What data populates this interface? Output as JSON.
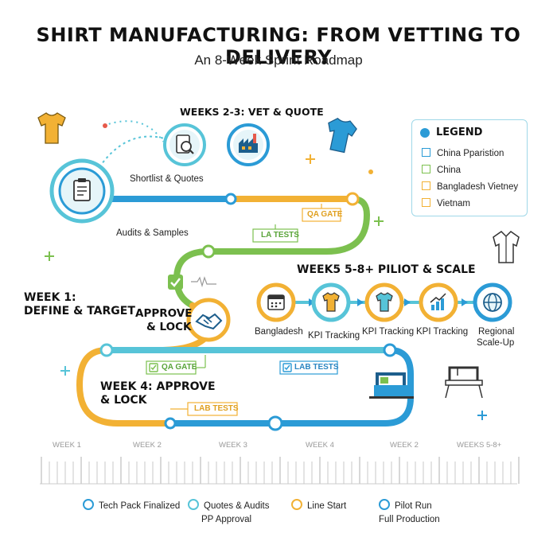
{
  "header": {
    "title": "SHIRT MANUFACTURING: FROM VETTING TO DELIVERY",
    "subtitle": "An 8-Week Sprint Roadmap"
  },
  "phases": {
    "vet": "WEEKS 2-3: VET & QUOTE",
    "define_1": "WEEK 1:",
    "define_2": "DEFINE & TARGET",
    "approve_1": "APPROVE",
    "approve_2": "& LOCK",
    "week4_1": "WEEK 4: APPROVE",
    "week4_2": "& LOCK",
    "pilot": "WEEK5 5-8+ PILIOT & SCALE"
  },
  "labels": {
    "shortlist": "Shortlist & Quotes",
    "audits": "Audits & Samples",
    "pilot_nodes": [
      "Bangladesh",
      "KPI Tracking",
      "KPI Tracking",
      "KPI Tracking",
      "Regional",
      "Scale-Up"
    ]
  },
  "gates": {
    "qa_gate_top": "QA GATE",
    "la_tests": "LA TESTS",
    "qa_gate_mid": "QA GATE",
    "lab_tests_mid": "LAB TESTS",
    "lab_tests_bottom": "LAB TESTS"
  },
  "legend": {
    "title": "LEGEND",
    "items": [
      {
        "label": "China Pparistion",
        "color": "#2b9bd6"
      },
      {
        "label": "China",
        "color": "#7cc04f"
      },
      {
        "label": "Bangladesh Vietney",
        "color": "#f2b134"
      },
      {
        "label": "Vietnam",
        "color": "#f2b134"
      }
    ]
  },
  "timeline": {
    "weeks": [
      "WEEK 1",
      "WEEK 2",
      "WEEK 3",
      "WEEK 4",
      "WEEK 2",
      "WEEKS 5-8+"
    ]
  },
  "bottom_legend": {
    "row1": [
      "Tech Pack Finalized",
      "Quotes & Audits",
      "Line Start",
      "Pilot Run"
    ],
    "row2": [
      "PP Approval",
      "Full Production"
    ],
    "ring_colors": [
      "#2b9bd6",
      "#57c4d8",
      "#f2b134",
      "#2b9bd6"
    ]
  },
  "colors": {
    "blue": "#2b9bd6",
    "teal": "#57c4d8",
    "orange": "#f2b134",
    "green": "#7cc04f",
    "dark": "#1d5e8c"
  },
  "icons": [
    "tshirt-icon",
    "checklist-icon",
    "magnifier-document-icon",
    "factory-icon",
    "polo-shirt-icon",
    "dress-shirt-icon",
    "calendar-icon",
    "handshake-icon",
    "globe-icon",
    "bar-chart-icon",
    "sewing-machine-icon",
    "check-icon",
    "plus-icon"
  ]
}
